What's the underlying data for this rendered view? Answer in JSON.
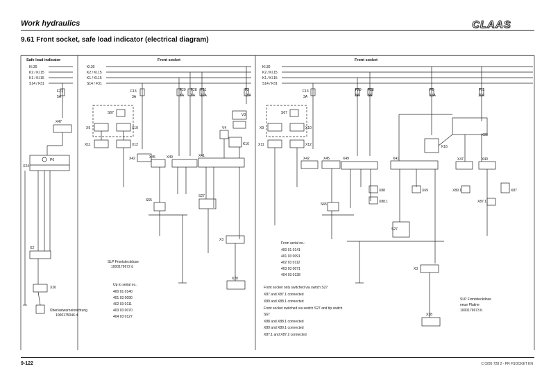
{
  "header": {
    "section": "Work hydraulics",
    "logo": "CLAAS",
    "title": "9.61 Front socket, safe load indicator (electrical diagram)"
  },
  "footer": {
    "page": "9-122",
    "code": "C 0295 728 2 - PR FSOCKET KN"
  },
  "groups": [
    "Safe load indicator",
    "Front socket",
    "Front socket"
  ],
  "supply_lines": [
    "Kl.30",
    "K2 / Kl.15",
    "K1 / Kl.15",
    "S14 / F31"
  ],
  "fuses": [
    {
      "id": "F21",
      "rating": "5A"
    },
    {
      "id": "F13",
      "rating": "3A"
    },
    {
      "id": "F29",
      "rating": "5A"
    },
    {
      "id": "F28",
      "rating": "5A"
    },
    {
      "id": "F11",
      "rating": "10A"
    },
    {
      "id": "F2",
      "rating": "15A"
    },
    {
      "id": "F13",
      "rating": "3A"
    },
    {
      "id": "F29",
      "rating": "5A"
    },
    {
      "id": "F28",
      "rating": "5A"
    },
    {
      "id": "F2",
      "rating": "15A"
    },
    {
      "id": "F11",
      "rating": "10A"
    }
  ],
  "components": {
    "X47": "X47",
    "P6": "P6",
    "X24": "X24",
    "X2": "X2",
    "X26": "X26",
    "S67_a": "S67",
    "X9_a": "X9",
    "X10_a": "X10",
    "X11_a": "X11",
    "X12_a": "X12",
    "X42_a": "X42",
    "X45_a": "X45",
    "X49_a": "X49",
    "X41_a": "X41",
    "V3": "V3",
    "V4": "V4",
    "K16_a": "K16",
    "S65_a": "S65",
    "S27_a": "S27",
    "X3_a": "X3",
    "X28_a": "X28",
    "S67_b": "S67",
    "X9_b": "X9",
    "X10_b": "X10",
    "X11_b": "X11",
    "X12_b": "X12",
    "X42_b": "X42",
    "X45_b": "X45",
    "X49_b": "X49",
    "X41_b": "X41",
    "X88": "X88",
    "X88_1": "X88.1",
    "X69": "X69",
    "S65_b": "S65",
    "S27_b": "S27",
    "K16_b": "K16",
    "K28": "K28",
    "X47_b": "X47",
    "X40": "X40",
    "X89_1": "X89.1",
    "X87": "X87",
    "X87_1": "X87.1",
    "X3_b": "X3",
    "X28_b": "X28"
  },
  "notes": {
    "overload": [
      "Überlastwarneinrichtung",
      "1000175046 d"
    ],
    "slp_left": [
      "SLP Frontsteckdose",
      "1000179672 d"
    ],
    "serial_left_head": "Up to serial no.:",
    "serial_left": [
      "400 01 0140",
      "401 03 0090",
      "402 03 0111",
      "403 03 0070",
      "404 03 0127"
    ],
    "serial_right_head": "From serial no.:",
    "serial_right": [
      "400 01 0141",
      "401 03 0091",
      "402 03 0112",
      "403 03 0071",
      "404 03 0128"
    ],
    "switch_info": [
      "Front socket only switched via switch S27",
      "X87 and X87.1 connected",
      "X89 and X88.1 connected",
      "Front socket switched via switch S27 and tip switch",
      "S67",
      "X88 and X88.1 connected",
      "X89 and X89.1 connected",
      "X87.1 and X87.2 connected"
    ],
    "slp_right": [
      "SLP Frontsteckdose",
      "neue Platine",
      "1000179673 b"
    ]
  }
}
